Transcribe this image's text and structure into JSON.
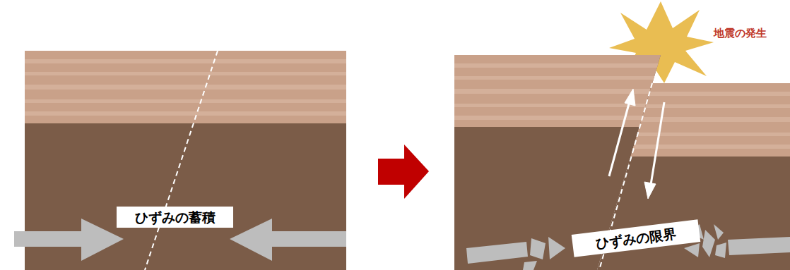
{
  "diagram": {
    "nodes": [
      {
        "text": [
          "ひずみの蓄積"
        ]
      },
      {
        "text": [
          "ひずみの限界"
        ]
      }
    ],
    "labels": [
      "地震の発生"
    ]
  }
}
